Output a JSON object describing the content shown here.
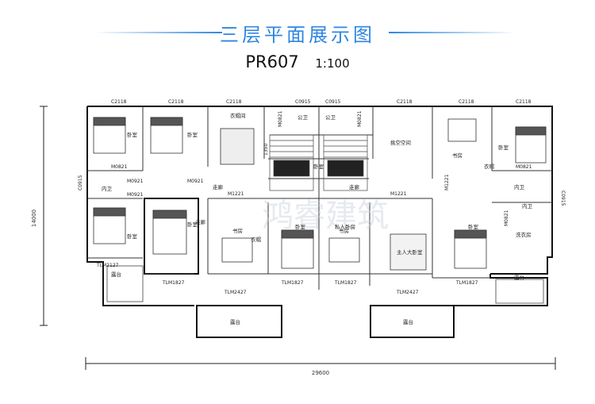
{
  "header": {
    "title": "三层平面展示图",
    "plan_code": "PR607",
    "scale": "1:100"
  },
  "dimensions": {
    "width": "29600",
    "height": "14000"
  },
  "watermark": "鸿睿建筑",
  "windows": {
    "w1": "C2118",
    "w2": "C2118",
    "w3": "C2118",
    "w4": "C0915",
    "w5": "C0915",
    "w6": "C2118",
    "w7": "C2118",
    "w8": "C2118",
    "side_l": "C0915",
    "side_r": "C0915"
  },
  "doors": {
    "d1": "M0821",
    "d2": "M0921",
    "d3": "M0921",
    "d4": "M0921",
    "d5": "M1221",
    "d6": "M1221",
    "d7": "M1221",
    "d8": "M0821",
    "d9": "M0821",
    "d10": "M0821",
    "d11": "M0821",
    "tl1": "TLM2127",
    "tl2": "TLM1827",
    "tl3": "TLM2427",
    "tl4": "TLM1827",
    "tl5": "TLM1827",
    "tl6": "TLM2427",
    "tl7": "TLM1827",
    "h1350": "1350"
  },
  "rooms": {
    "bed1": "卧室",
    "bed2": "卧室",
    "bed3": "卧室",
    "bed4": "卧室",
    "bed5": "卧室",
    "bed6": "卧室",
    "bed7": "卧室",
    "bed8": "卧室",
    "bath1": "内卫",
    "bath2": "内卫",
    "bath3": "内卫",
    "bath4": "公卫",
    "bath5": "公卫",
    "wash1": "洗衣房",
    "study1": "书房",
    "study2": "书房",
    "study3": "书房",
    "closet1": "衣帽",
    "closet2": "衣帽",
    "corr1": "走廊",
    "corr2": "走廊",
    "corr3": "走廊",
    "void": "挑空空间",
    "master_bed": "私人卧房",
    "master_bath": "主人大卧室",
    "cloak": "衣帽间",
    "balc1": "露台",
    "balc2": "露台",
    "balc3": "露台",
    "balc4": "露台"
  }
}
